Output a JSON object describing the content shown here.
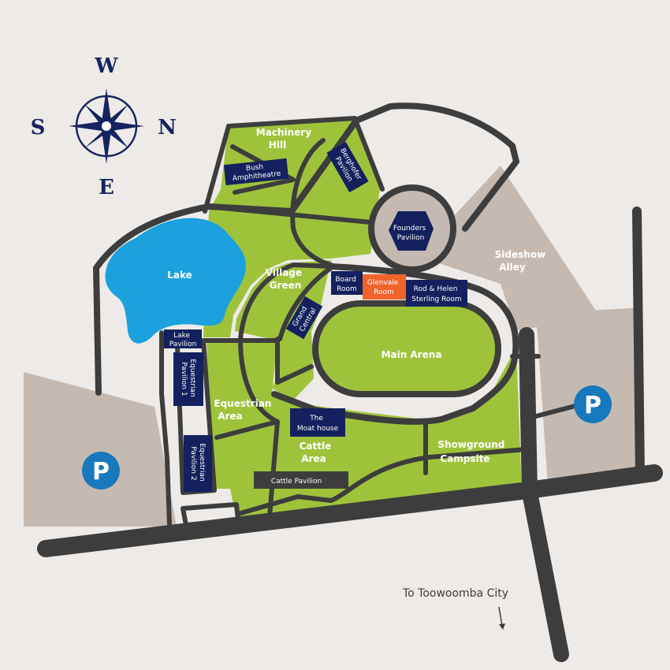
{
  "compass": {
    "north": "N",
    "south": "S",
    "east": "E",
    "west": "W"
  },
  "zones": {
    "machinery_hill": [
      "Machinery",
      "Hill"
    ],
    "lake": "Lake",
    "village_green": [
      "Village",
      "Green"
    ],
    "equestrian_area": [
      "Equestrian",
      "Area"
    ],
    "cattle_area": [
      "Cattle",
      "Area"
    ],
    "main_arena": "Main Arena",
    "sideshow_alley": [
      "Sideshow",
      "Alley"
    ],
    "showground_campsite": [
      "Showground",
      "Campsite"
    ]
  },
  "buildings": {
    "bush_amphitheatre": [
      "Bush",
      "Amphitheatre"
    ],
    "berghofer_pavilion": [
      "Berghofer",
      "Pavilion"
    ],
    "founders_pavilion": [
      "Founders",
      "Pavilion"
    ],
    "board_room": [
      "Board",
      "Room"
    ],
    "glenvale_room": [
      "Glenvale",
      "Room"
    ],
    "rod_helen_sterling_room": [
      "Rod & Helen",
      "Sterling Room"
    ],
    "grand_central": [
      "Grand",
      "Central"
    ],
    "lake_pavilion": [
      "Lake",
      "Pavilion"
    ],
    "equestrian_pavilion_1": [
      "Equestrian",
      "Pavilion 1"
    ],
    "equestrian_pavilion_2": [
      "Equestrian",
      "Pavilion 2"
    ],
    "the_moat_house": [
      "The",
      "Moat house"
    ],
    "cattle_pavilion": "Cattle Pavilion"
  },
  "parking": {
    "symbol": "P"
  },
  "direction_label": "To Toowoomba City",
  "colors": {
    "background": "#edeae7",
    "grass": "#9ec33b",
    "water": "#1ba2de",
    "road": "#3d3d3d",
    "parking_area": "#c5bab2",
    "building": "#14215e",
    "highlight": "#f0642b",
    "parking_badge": "#1778bd"
  }
}
